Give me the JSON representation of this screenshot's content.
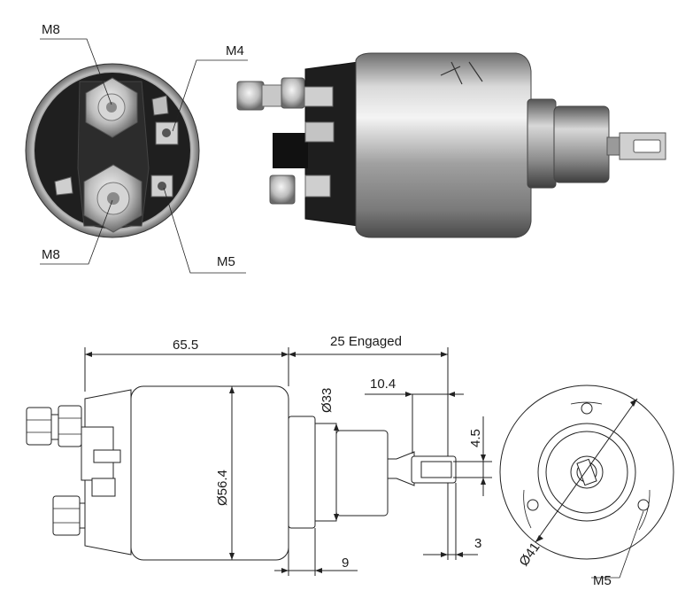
{
  "photo_labels": {
    "terminal_top": "M8",
    "terminal_bottom": "M8",
    "control_terminal": "M4",
    "ground_terminal": "M5"
  },
  "dimensions": {
    "body_length": "65.5",
    "stroke_engaged": "25 Engaged",
    "body_diameter": "Ø56.4",
    "nose_diameter": "Ø33",
    "eye_offset": "10.4",
    "eye_width": "4.5",
    "eye_thickness": "3",
    "nose_length": "9",
    "flange_bolt_circle": "Ø41",
    "flange_thread": "M5"
  },
  "colors": {
    "steel_light": "#e8e8e8",
    "steel_mid": "#a9a9a9",
    "steel_dark": "#5a5a5a",
    "housing_black": "#1e1e1e"
  }
}
